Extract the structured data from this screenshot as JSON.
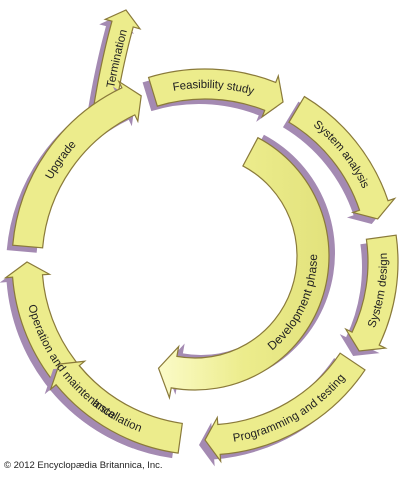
{
  "stages": [
    {
      "id": "termination",
      "label": "Termination"
    },
    {
      "id": "operation",
      "label": "Operation and maintenance"
    },
    {
      "id": "upgrade",
      "label": "Upgrade"
    },
    {
      "id": "feasibility",
      "label": "Feasibility study"
    },
    {
      "id": "system-analysis",
      "label": "System analysis"
    },
    {
      "id": "system-design",
      "label": "System design"
    },
    {
      "id": "programming",
      "label": "Programming and testing"
    },
    {
      "id": "installation",
      "label": "Installation"
    }
  ],
  "development_phase": {
    "label": "Development phase"
  },
  "copyright": "© 2012 Encyclopædia Britannica, Inc.",
  "colors": {
    "arrow_fill": "#ecec8c",
    "arrow_stroke": "#8a7a3a",
    "shadow": "#a48ab2",
    "inner_fill": "#ecec8c",
    "text": "#222222"
  }
}
